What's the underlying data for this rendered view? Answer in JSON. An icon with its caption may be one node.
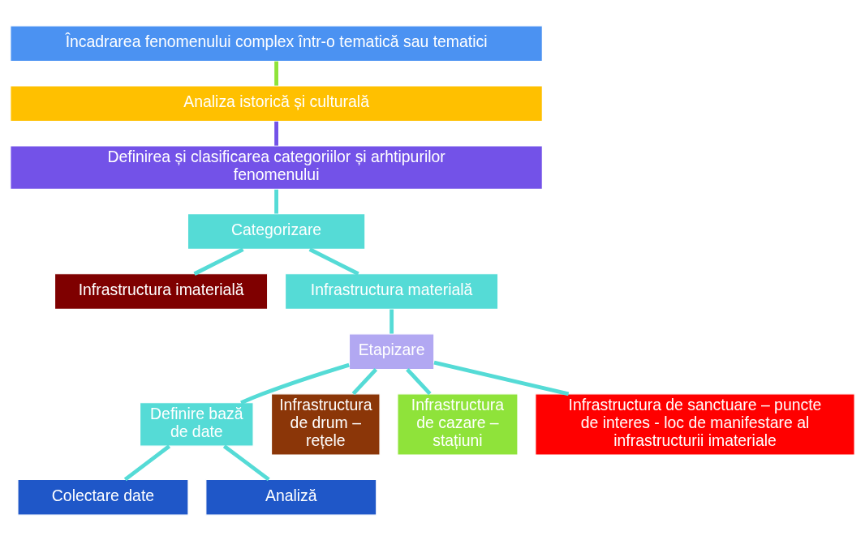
{
  "diagram": {
    "nodes": [
      {
        "text": [
          "Încadrarea fenomenului complex într-o tematică sau tematici"
        ]
      },
      {
        "text": [
          "Analiza istorică și culturală"
        ]
      },
      {
        "text": [
          "Definirea și clasificarea categoriilor și arhtipurilor fenomenului"
        ]
      },
      {
        "text": [
          "Categorizare"
        ]
      },
      {
        "text": [
          "Infrastructura imaterială"
        ]
      },
      {
        "text": [
          "Infrastructura materială"
        ]
      },
      {
        "text": [
          "Etapizare"
        ]
      },
      {
        "text": [
          "Definire bază de date"
        ]
      },
      {
        "text": [
          "Infrastructura de drum – rețele"
        ]
      },
      {
        "text": [
          "Infrastructura de cazare – stațiuni"
        ]
      },
      {
        "text": [
          "Infrastructura de sanctuare – puncte de interes - loc de manifestare al infrastructurii imateriale"
        ]
      },
      {
        "text": [
          "Colectare date"
        ]
      },
      {
        "text": [
          "Analiză"
        ]
      }
    ],
    "edges": [
      {
        "from": 0,
        "to": 1,
        "arrow": "none",
        "color": "#8fe33a"
      },
      {
        "from": 1,
        "to": 2,
        "arrow": "none",
        "color": "#7352e8"
      },
      {
        "from": 2,
        "to": 3,
        "arrow": "none"
      },
      {
        "from": 3,
        "to": 4,
        "arrow": "none"
      },
      {
        "from": 3,
        "to": 5,
        "arrow": "none"
      },
      {
        "from": 5,
        "to": 6,
        "arrow": "none"
      },
      {
        "from": 6,
        "to": 7,
        "arrow": "none"
      },
      {
        "from": 6,
        "to": 8,
        "arrow": "none"
      },
      {
        "from": 6,
        "to": 9,
        "arrow": "none"
      },
      {
        "from": 6,
        "to": 10,
        "arrow": "none"
      },
      {
        "from": 7,
        "to": 11,
        "arrow": "none"
      },
      {
        "from": 7,
        "to": 12,
        "arrow": "none"
      }
    ]
  }
}
